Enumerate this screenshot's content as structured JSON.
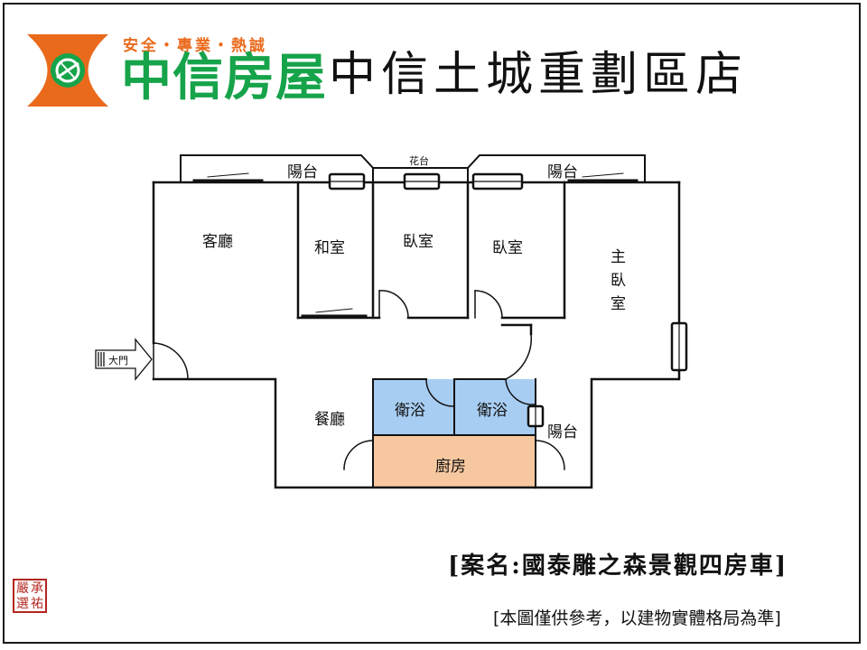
{
  "header": {
    "slogan": "安全・專業・熱誠",
    "brand": "中信房屋",
    "store": "中信土城重劃區店"
  },
  "colors": {
    "brand_orange": "#ea6a1c",
    "brand_green": "#16a34a",
    "bathroom_fill": "#a8cdf2",
    "kitchen_fill": "#f7c8a0",
    "seal_red": "#b3261e"
  },
  "rooms": {
    "living_room": "客廳",
    "japanese_room": "和室",
    "bedroom_a": "臥室",
    "bedroom_b": "臥室",
    "master_bedroom": [
      "主",
      "臥",
      "室"
    ],
    "dining_room": "餐廳",
    "bathroom_a": "衛浴",
    "bathroom_b": "衛浴",
    "kitchen": "廚房",
    "balcony_left": "陽台",
    "balcony_right": "陽台",
    "balcony_rear": "陽台",
    "planter": "花台",
    "entrance": "大門"
  },
  "footer": {
    "case_title": "[案名:國泰雕之森景觀四房車]",
    "disclaimer": "[本圖僅供參考，以建物實體格局為準]",
    "seal_chars": [
      "嚴",
      "承",
      "選",
      "祐"
    ]
  }
}
